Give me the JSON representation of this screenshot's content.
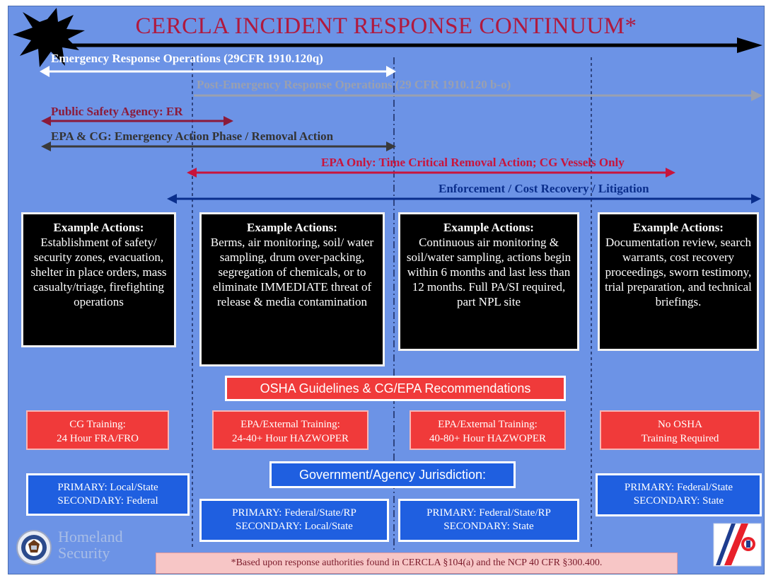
{
  "title": "CERCLA INCIDENT RESPONSE CONTINUUM*",
  "timelines": [
    {
      "label": "Emergency Response Operations (29CFR 1910.120q)",
      "color": "#ffffff"
    },
    {
      "label": "Post-Emergency Response Operations (29 CFR 1910.120 b-o)",
      "color": "#9aa0b0"
    },
    {
      "label": "Public Safety Agency: ER",
      "color": "#8b1a3a"
    },
    {
      "label": "EPA & CG: Emergency Action Phase / Removal Action",
      "color": "#333333"
    },
    {
      "label": "EPA Only: Time Critical Removal Action; CG Vessels Only",
      "color": "#c8143c"
    },
    {
      "label": "Enforcement / Cost Recovery / Litigation",
      "color": "#0a2e8c"
    }
  ],
  "example_actions": [
    {
      "heading": "Example Actions:",
      "text": "Establishment of safety/ security zones, evacuation, shelter in place orders, mass casualty/triage, firefighting operations"
    },
    {
      "heading": "Example Actions:",
      "text": "Berms, air monitoring, soil/ water sampling, drum over-packing, segregation of chemicals, or to eliminate IMMEDIATE threat of release & media contamination"
    },
    {
      "heading": "Example Actions:",
      "text": "Continuous air monitoring & soil/water sampling, actions begin within 6 months and last less than 12 months.  Full PA/SI required, part NPL site"
    },
    {
      "heading": "Example Actions:",
      "text": "Documentation review, search warrants, cost recovery proceedings, sworn testimony, trial preparation, and technical briefings."
    }
  ],
  "osha_banner": "OSHA Guidelines & CG/EPA Recommendations",
  "training": [
    {
      "line1": "CG Training:",
      "line2": "24 Hour FRA/FRO"
    },
    {
      "line1": "EPA/External Training:",
      "line2": "24-40+ Hour HAZWOPER"
    },
    {
      "line1": "EPA/External Training:",
      "line2": "40-80+ Hour HAZWOPER"
    },
    {
      "line1": "No OSHA",
      "line2": "Training Required"
    }
  ],
  "jurisdiction_banner": "Government/Agency Jurisdiction:",
  "jurisdiction": [
    {
      "primary": "PRIMARY:  Local/State",
      "secondary": "SECONDARY:  Federal"
    },
    {
      "primary": "PRIMARY:  Federal/State/RP",
      "secondary": "SECONDARY: Local/State"
    },
    {
      "primary": "PRIMARY:  Federal/State/RP",
      "secondary": "SECONDARY: State"
    },
    {
      "primary": "PRIMARY:  Federal/State",
      "secondary": "SECONDARY: State"
    }
  ],
  "footer_note": "*Based upon response authorities found in CERCLA §104(a) and the NCP 40 CFR §300.400.",
  "logo_homeland": {
    "line1": "Homeland",
    "line2": "Security"
  },
  "colors": {
    "background": "#6c93e6",
    "title": "#b0193e",
    "red_box": "#f03a3a",
    "blue_box": "#1f5fe0",
    "black_box": "#000000"
  }
}
